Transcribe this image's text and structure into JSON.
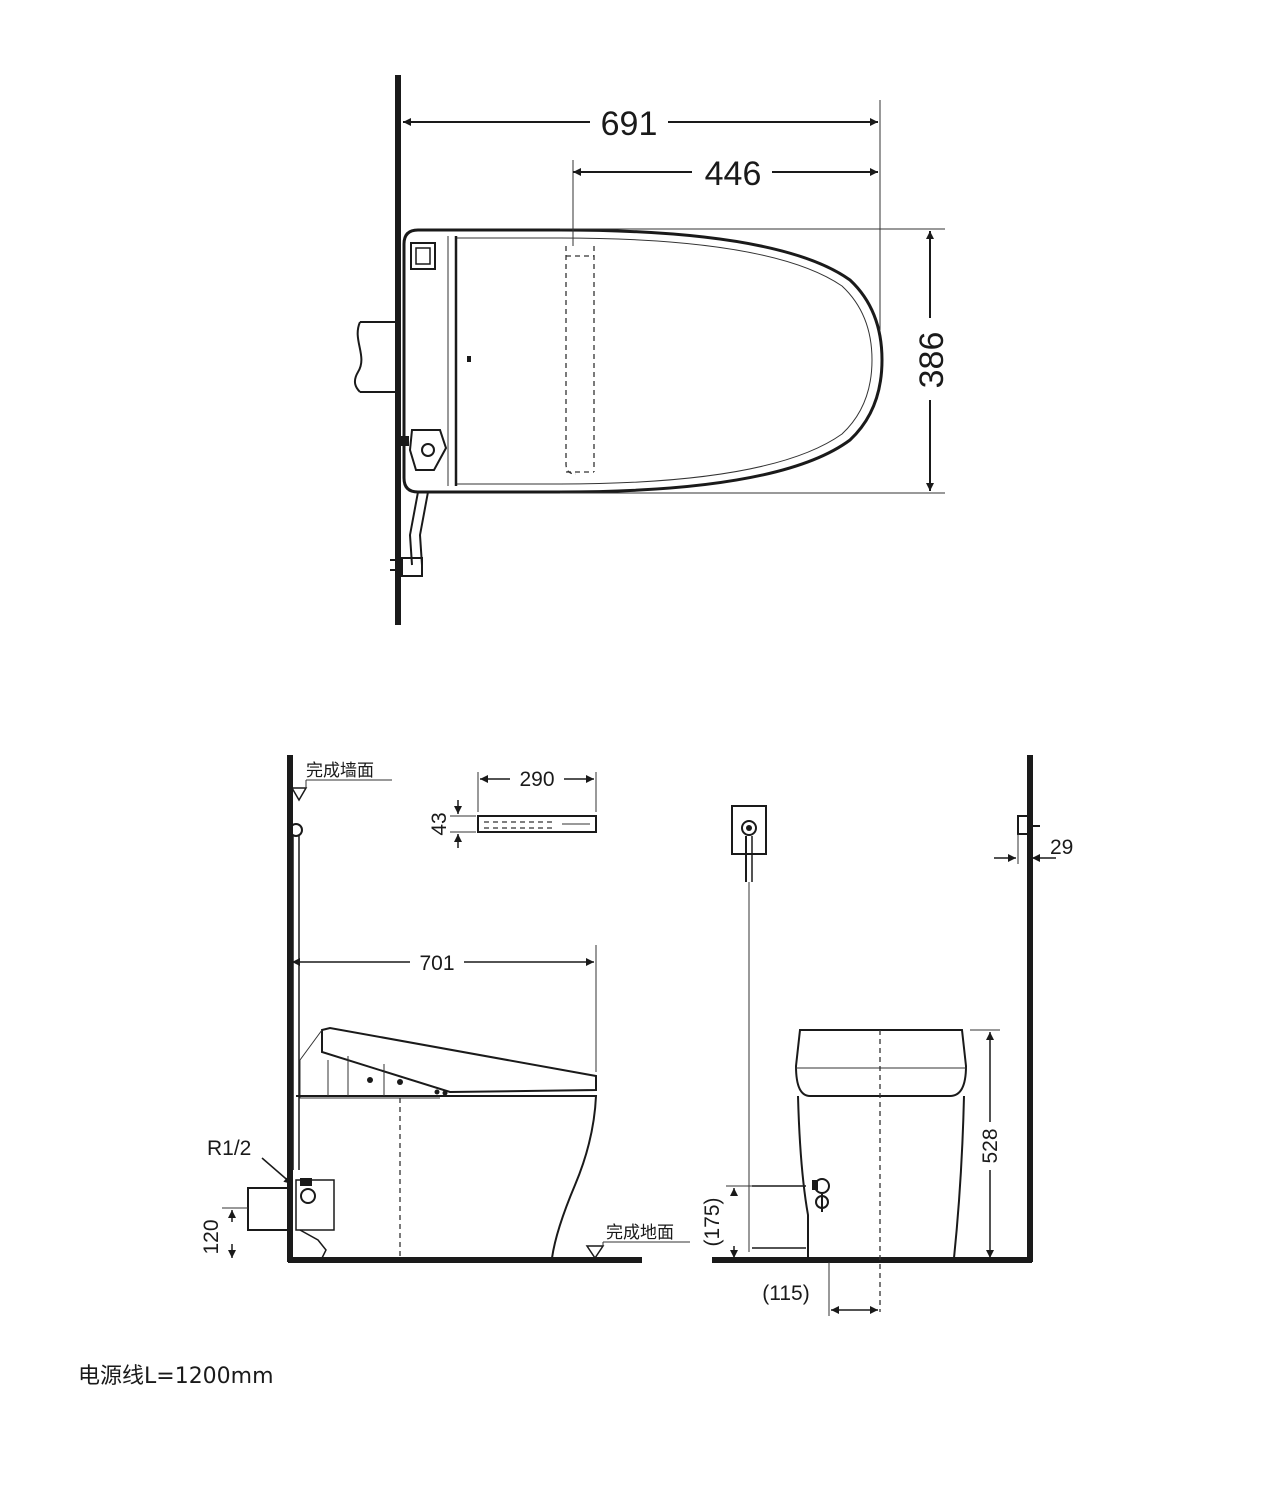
{
  "top_view": {
    "dim_total_length": "691",
    "dim_seat_length": "446",
    "dim_width": "386"
  },
  "side_view": {
    "label_finished_wall": "完成墙面",
    "label_finished_floor": "完成地面",
    "remote_width": "290",
    "remote_height": "43",
    "dim_depth": "701",
    "label_pipe_thread": "R1/2",
    "dim_supply_height": "120"
  },
  "front_view": {
    "dim_offset": "29",
    "dim_height": "528",
    "dim_supply_height": "(175)",
    "dim_supply_offset": "(115)"
  },
  "footnote": "电源线L=1200mm"
}
